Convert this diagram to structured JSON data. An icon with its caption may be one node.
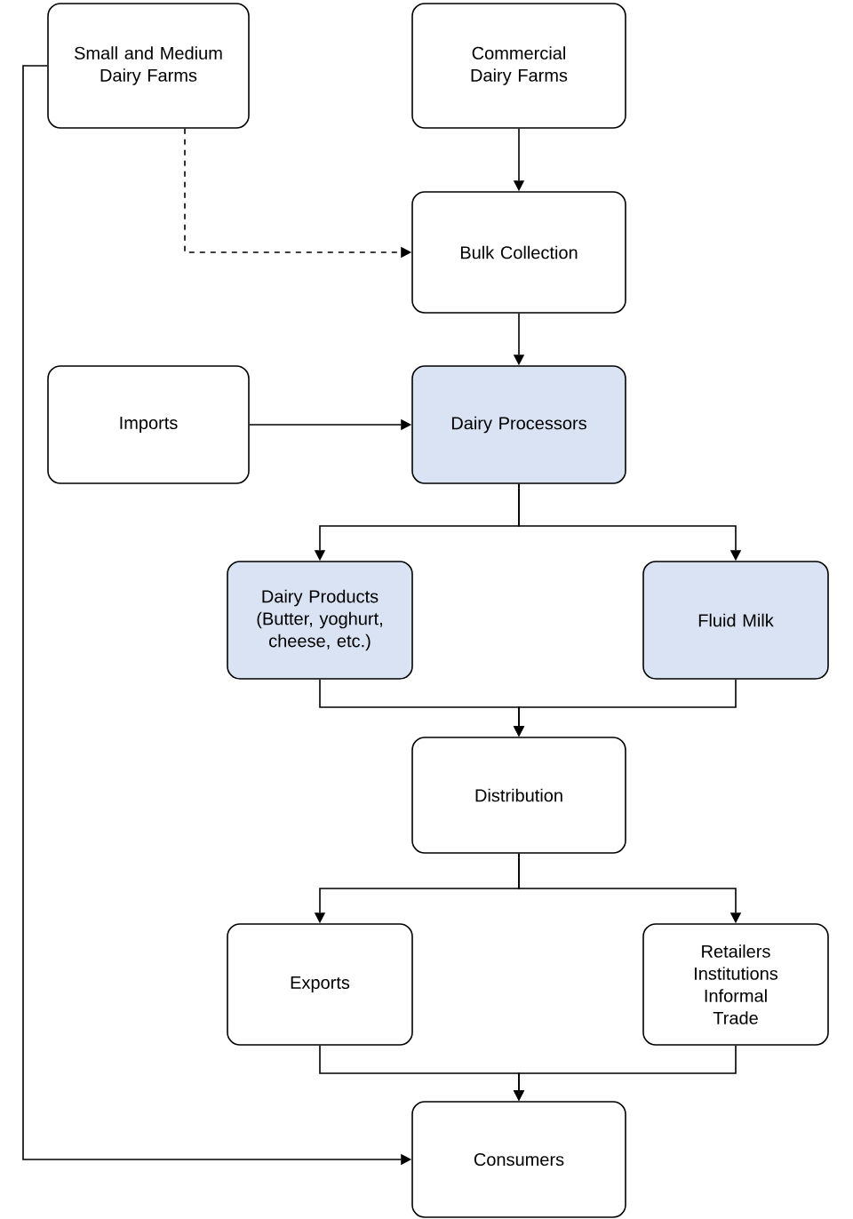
{
  "diagram": {
    "nodes": [
      {
        "text": [
          "Small and Medium Dairy Farms"
        ]
      },
      {
        "text": [
          "Commercial Dairy Farms"
        ]
      },
      {
        "text": [
          "Bulk Collection"
        ]
      },
      {
        "text": [
          "Imports"
        ]
      },
      {
        "text": [
          "Dairy Processors"
        ]
      },
      {
        "text": [
          "Dairy Products (Butter, yoghurt, cheese, etc.)"
        ]
      },
      {
        "text": [
          "Fluid Milk"
        ]
      },
      {
        "text": [
          "Distribution"
        ]
      },
      {
        "text": [
          "Exports"
        ]
      },
      {
        "text": [
          "Retailers Institutions Informal Trade"
        ]
      },
      {
        "text": [
          "Consumers"
        ]
      }
    ],
    "edges": [
      {
        "from": 0,
        "to": 2,
        "arrow": "to",
        "style": "dashed"
      },
      {
        "from": 0,
        "to": 10,
        "arrow": "to"
      },
      {
        "from": 1,
        "to": 2,
        "arrow": "to"
      },
      {
        "from": 2,
        "to": 4,
        "arrow": "to"
      },
      {
        "from": 3,
        "to": 4,
        "arrow": "to"
      },
      {
        "from": 4,
        "to": 5,
        "arrow": "to"
      },
      {
        "from": 4,
        "to": 6,
        "arrow": "to"
      },
      {
        "from": 5,
        "to": 7,
        "arrow": "to"
      },
      {
        "from": 6,
        "to": 7,
        "arrow": "to"
      },
      {
        "from": 7,
        "to": 8,
        "arrow": "to"
      },
      {
        "from": 7,
        "to": 9,
        "arrow": "to"
      },
      {
        "from": 8,
        "to": 10,
        "arrow": "to"
      },
      {
        "from": 9,
        "to": 10,
        "arrow": "to"
      }
    ]
  }
}
